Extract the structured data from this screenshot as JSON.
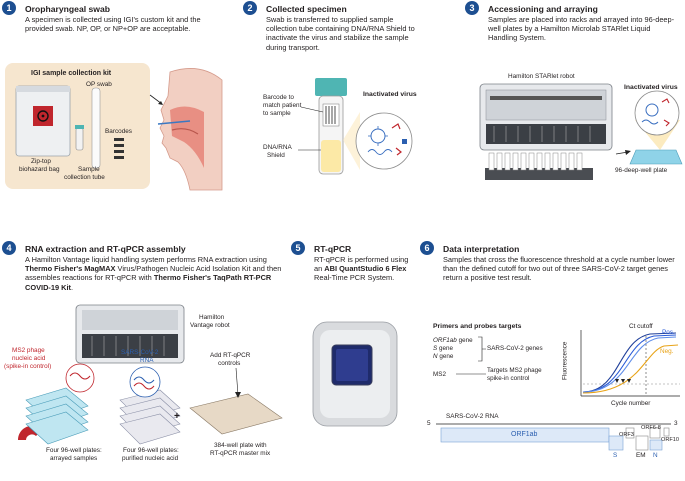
{
  "steps": [
    {
      "num": "1",
      "title": "Oropharyngeal swab",
      "desc": "A specimen is collected using IGI's custom kit and the provided swab. NP, OP, or NP+OP are acceptable."
    },
    {
      "num": "2",
      "title": "Collected specimen",
      "desc": "Swab is transferred to supplied sample collection tube containing DNA/RNA Shield to inactivate the virus and stabilize the sample during transport."
    },
    {
      "num": "3",
      "title": "Accessioning and arraying",
      "desc": "Samples are placed into racks and arrayed into 96-deep-well plates by a Hamilton Microlab STARlet Liquid Handling System."
    },
    {
      "num": "4",
      "title": "RNA extraction and RT-qPCR assembly",
      "desc_parts": [
        "A Hamilton Vantage liquid handling system performs RNA extraction using ",
        "Thermo Fisher's MagMAX",
        " Virus/Pathogen Nucleic Acid Isolation Kit and then assembles reactions for RT-qPCR with ",
        "Thermo Fisher's TaqPath RT-PCR COVID-19 Kit",
        "."
      ]
    },
    {
      "num": "5",
      "title": "RT-qPCR",
      "desc_parts": [
        "RT-qPCR is performed using an ",
        "ABI QuantStudio 6 Flex",
        " Real-Time PCR System."
      ]
    },
    {
      "num": "6",
      "title": "Data interpretation",
      "desc": "Samples that cross the fluorescence threshold at a cycle number lower than the defined cutoff for two out of three SARS-CoV-2 target genes return a positive test result."
    }
  ],
  "panel1": {
    "kit_title": "IGI sample collection kit",
    "op_swab": "OP swab",
    "barcodes": "Barcodes",
    "bag_label_1": "Zip-top",
    "bag_label_2": "biohazard bag",
    "tube_label_1": "Sample",
    "tube_label_2": "collection tube"
  },
  "panel2": {
    "barcode_label_1": "Barcode to",
    "barcode_label_2": "match patient",
    "barcode_label_3": "to sample",
    "shield_label_1": "DNA/RNA",
    "shield_label_2": "Shield",
    "inactivated": "Inactivated virus"
  },
  "panel3": {
    "robot": "Hamilton STARlet robot",
    "inactivated": "Inactivated virus",
    "plate": "96-deep-well plate"
  },
  "panel4": {
    "robot_1": "Hamilton",
    "robot_2": "Vantage robot",
    "ms2_1": "MS2 phage",
    "ms2_2": "nucleic acid",
    "ms2_3": "(spike-in control)",
    "sars_1": "SARS-CoV-2",
    "sars_2": "RNA",
    "add_1": "Add RT-qPCR",
    "add_2": "controls",
    "plus": "+",
    "cap_a1": "Four 96-well plates:",
    "cap_a2": "arrayed samples",
    "cap_b1": "Four 96-well plates:",
    "cap_b2": "purified nucleic acid",
    "cap_c1": "384-well plate with",
    "cap_c2": "RT-qPCR master mix"
  },
  "panel6": {
    "targets_title": "Primers and probes targets",
    "orf1ab": "ORF1ab",
    "gene": "gene",
    "s": "S",
    "n": "N",
    "sars_genes": "SARS-CoV-2 genes",
    "ms2": "MS2",
    "targets_ms2_1": "Targets MS2 phage",
    "targets_ms2_2": "spike-in control",
    "ct_cutoff": "Ct cutoff",
    "pos": "Pos.",
    "neg": "Neg.",
    "ylabel": "Fluorescence",
    "xlabel": "Cycle number",
    "genome_title": "SARS-CoV-2 RNA",
    "five": "5",
    "three": "3",
    "g_orf1ab": "ORF1ab",
    "g_orf3": "ORF3",
    "g_orf68": "ORF6-8",
    "g_orf10": "ORF10",
    "g_s": "S",
    "g_em": "EM",
    "g_n": "N"
  },
  "colors": {
    "step_circle": "#1d4f91",
    "pos": "#2a5bd7",
    "neg": "#e8a317",
    "kit_bg": "#f6e6cf",
    "ms2_red": "#c0262d",
    "sars_blue": "#2b5fb0",
    "plate_blue": "#8fd3e8"
  }
}
